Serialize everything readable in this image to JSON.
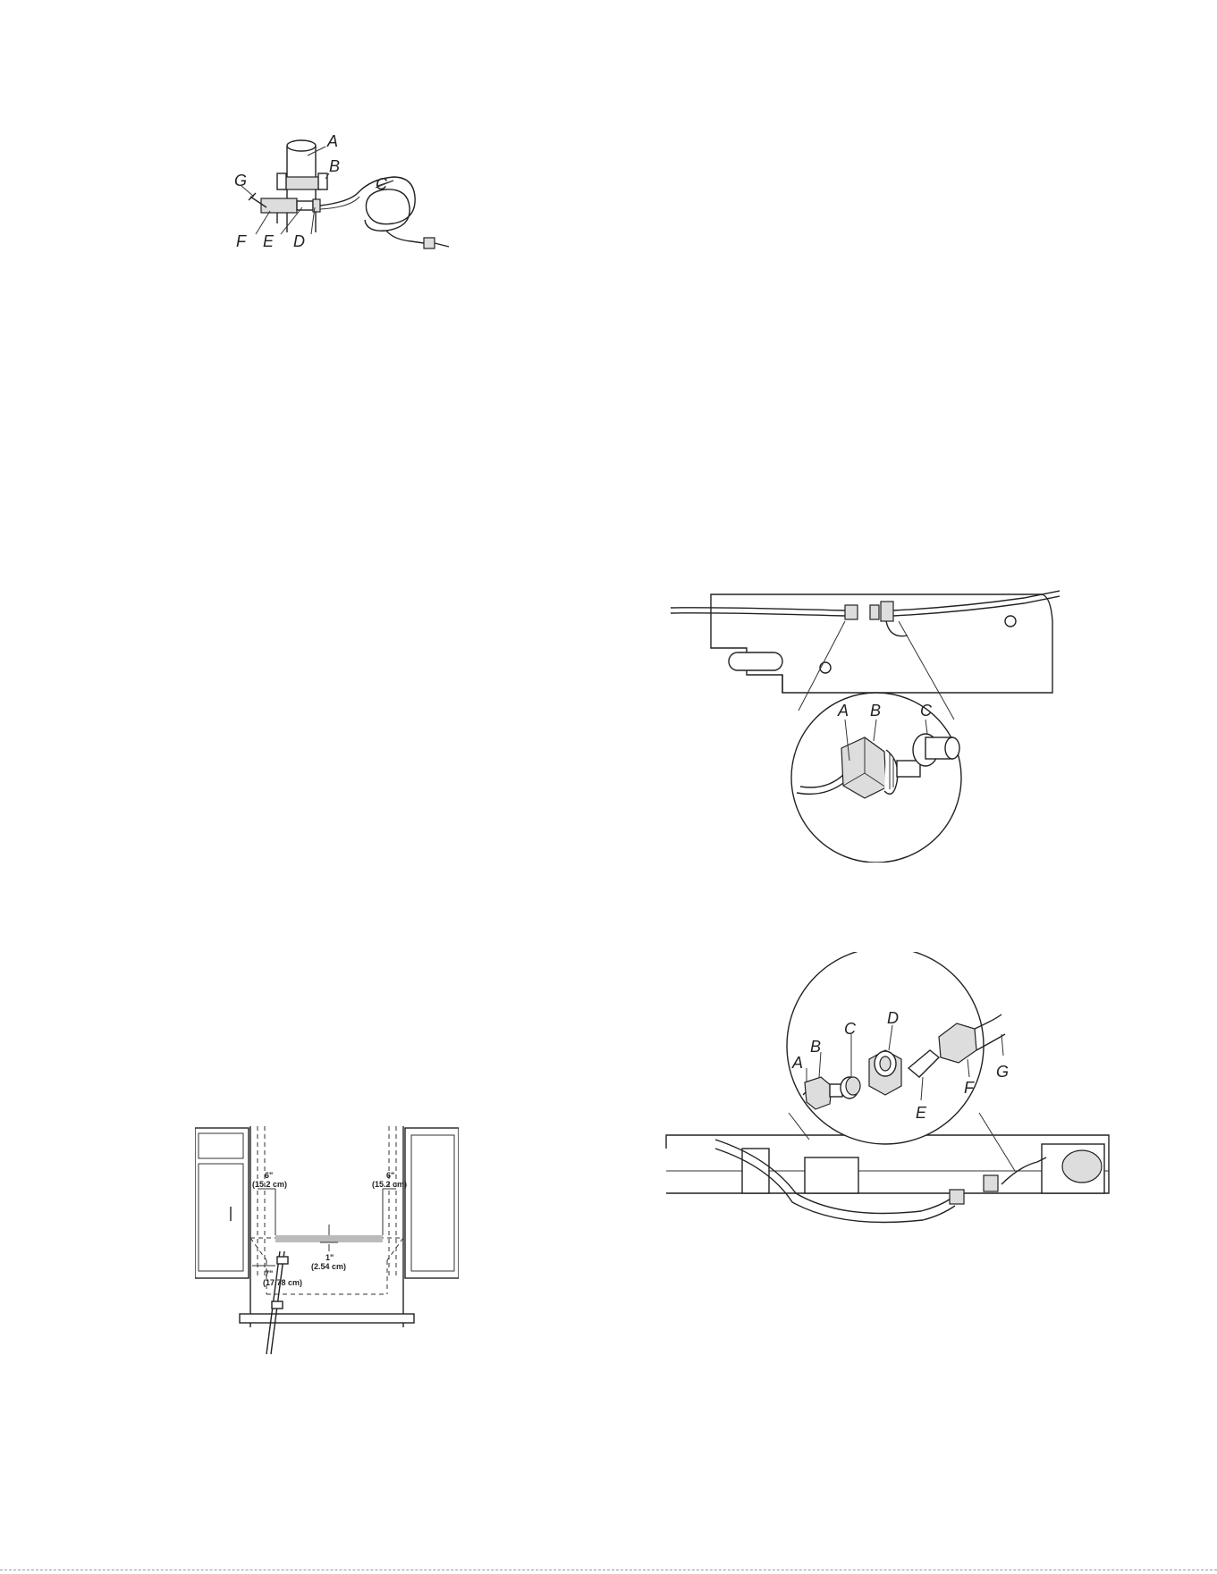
{
  "figures": {
    "saddle_valve": {
      "labels": [
        "A",
        "B",
        "C",
        "D",
        "E",
        "F",
        "G"
      ]
    },
    "tube_connection": {
      "labels": [
        "A",
        "B",
        "C"
      ]
    },
    "compression_fitting": {
      "labels": [
        "A",
        "B",
        "C",
        "D",
        "E",
        "F",
        "G"
      ]
    },
    "cabinet_opening": {
      "dim_left_in": "6\"",
      "dim_left_cm": "(15.2 cm)",
      "dim_right_in": "6\"",
      "dim_right_cm": "(15.2 cm)",
      "dim_floor_in": "1\"",
      "dim_floor_cm": "(2.54 cm)",
      "dim_side_in": "7\"",
      "dim_side_cm": "(17.78 cm)"
    }
  }
}
